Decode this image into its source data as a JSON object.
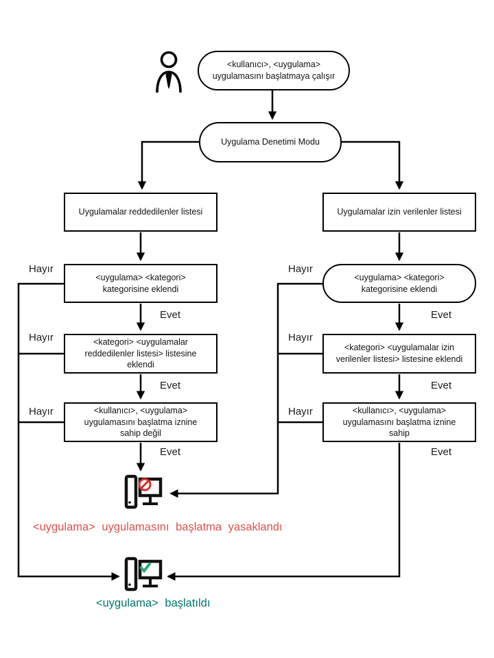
{
  "flow": {
    "start": "<kullanıcı>, <uygulama> uygulamasını başlatmaya çalışır",
    "mode": "Uygulama Denetimi Modu",
    "denylist": {
      "list": "Uygulamalar reddedilenler listesi",
      "category": "<uygulama> <kategori> kategorisine eklendi",
      "list_added": "<kategori> <uygulamalar reddedilenler listesi> listesine eklendi",
      "permission": "<kullanıcı>, <uygulama> uygulamasını başlatma iznine sahip değil"
    },
    "allowlist": {
      "list": "Uygulamalar izin verilenler listesi",
      "category": "<uygulama> <kategori> kategorisine eklendi",
      "list_added": "<kategori> <uygulamalar izin verilenler listesi> listesine eklendi",
      "permission": "<kullanıcı>, <uygulama> uygulamasını başlatma iznine sahip"
    },
    "labels": {
      "yes": "Evet",
      "no": "Hayır"
    },
    "outcomes": {
      "blocked": "<uygulama> uygulamasını başlatma yasaklandı",
      "started": "<uygulama> başlatıldı"
    },
    "colors": {
      "line": "#000000",
      "blocked_text": "#d9534e",
      "started_text": "#00756b",
      "prohibit_icon": "#d2302c",
      "check_icon": "#2aa77a"
    },
    "icons": {
      "user": "user-icon",
      "blocked": "computer-blocked-icon",
      "started": "computer-started-icon"
    }
  }
}
